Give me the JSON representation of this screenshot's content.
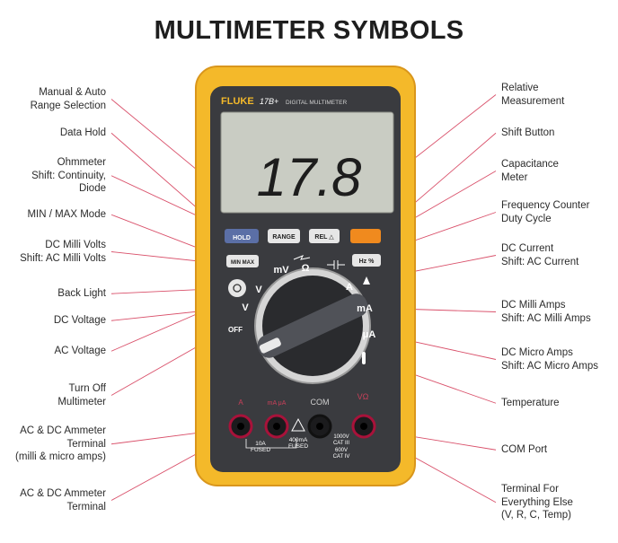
{
  "title": "MULTIMETER SYMBOLS",
  "device": {
    "brand": "FLUKE",
    "model": "17B+",
    "subtitle": "DIGITAL MULTIMETER",
    "display_value": "17.8"
  },
  "buttons": {
    "hold": "HOLD",
    "range": "RANGE",
    "rel": "REL △",
    "minmax": "MIN MAX",
    "hz": "Hz %"
  },
  "dial": {
    "mv": "mV",
    "ohm": "Ω",
    "v": "V",
    "off": "OFF",
    "a": "A",
    "ma": "mA",
    "ua": "μA"
  },
  "terminals": {
    "a_label": "A",
    "maua_label": "mA μA",
    "com_label": "COM",
    "v_label": "VΩ",
    "fuse_10a": [
      "10A",
      "FUSED"
    ],
    "fuse_400ma": [
      "400mA",
      "FUSED"
    ],
    "cat_ratings": [
      "1000V",
      "CAT III",
      "600V",
      "CAT IV"
    ]
  },
  "labels_left": [
    [
      "Manual & Auto",
      "Range Selection"
    ],
    [
      "Data Hold"
    ],
    [
      "Ohmmeter",
      "Shift: Continuity,",
      "Diode"
    ],
    [
      "MIN / MAX Mode"
    ],
    [
      "DC Milli Volts",
      "Shift: AC Milli Volts"
    ],
    [
      "Back Light"
    ],
    [
      "DC Voltage"
    ],
    [
      "AC Voltage"
    ],
    [
      "Turn Off",
      "Multimeter"
    ],
    [
      "AC & DC Ammeter",
      "Terminal",
      "(milli & micro amps)"
    ],
    [
      "AC & DC Ammeter",
      "Terminal"
    ]
  ],
  "labels_right": [
    [
      "Relative",
      "Measurement"
    ],
    [
      "Shift Button"
    ],
    [
      "Capacitance",
      "Meter"
    ],
    [
      "Frequency Counter",
      "Duty Cycle"
    ],
    [
      "DC Current",
      "Shift: AC Current"
    ],
    [
      "DC Milli Amps",
      "Shift: AC Milli Amps"
    ],
    [
      "DC Micro Amps",
      "Shift: AC Micro Amps"
    ],
    [
      "Temperature"
    ],
    [
      "COM Port"
    ],
    [
      "Terminal For",
      "Everything Else",
      "(V, R, C, Temp)"
    ]
  ],
  "colors": {
    "body_yellow": "#f4b92a",
    "body_dark": "#3a3b3f",
    "lcd": "#c9ccc3",
    "leader_line": "#d9506a",
    "terminal_red": "#a8123a"
  }
}
